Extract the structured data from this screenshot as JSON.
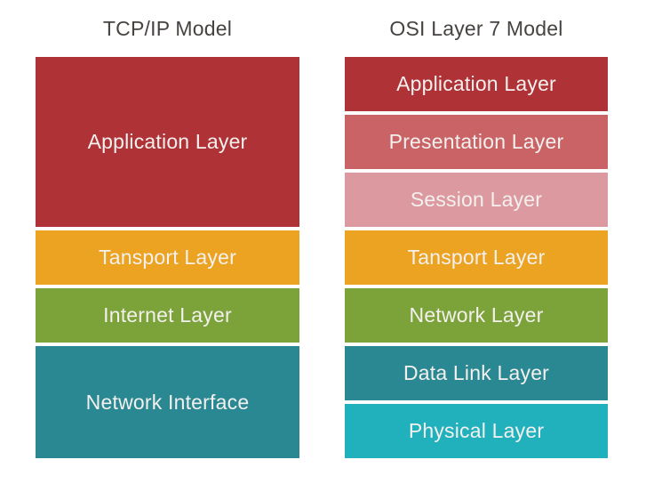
{
  "diagram": {
    "columns": [
      {
        "title": "TCP/IP Model",
        "layers": [
          {
            "label": "Application Layer",
            "color": "#AF3237",
            "span": 3
          },
          {
            "label": "Tansport Layer",
            "color": "#EBA321",
            "span": 1
          },
          {
            "label": "Internet Layer",
            "color": "#7CA23A",
            "span": 1
          },
          {
            "label": "Network Interface",
            "color": "#2A8893",
            "span": 2
          }
        ]
      },
      {
        "title": "OSI Layer 7 Model",
        "layers": [
          {
            "label": "Application Layer",
            "color": "#AF3237",
            "span": 1
          },
          {
            "label": "Presentation Layer",
            "color": "#C96366",
            "span": 1
          },
          {
            "label": "Session Layer",
            "color": "#DC99A0",
            "span": 1
          },
          {
            "label": "Tansport Layer",
            "color": "#EBA321",
            "span": 1
          },
          {
            "label": "Network Layer",
            "color": "#7CA23A",
            "span": 1
          },
          {
            "label": "Data Link Layer",
            "color": "#2A8893",
            "span": 1
          },
          {
            "label": "Physical Layer",
            "color": "#20B1BD",
            "span": 1
          }
        ]
      }
    ],
    "colors": {
      "title_text": "#474341",
      "layer_text": "#F3F0EE",
      "background": "#FFFFFF"
    }
  }
}
